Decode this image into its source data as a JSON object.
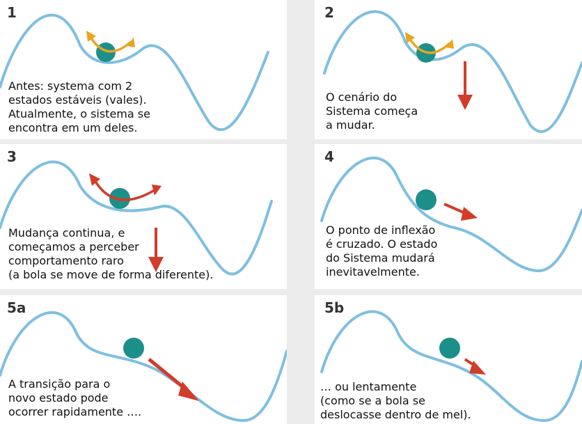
{
  "colors": {
    "curve": "#7fbfe0",
    "ball": "#1d8f8a",
    "orange_arrow": "#e8a520",
    "red_arrow": "#d23c2a"
  },
  "panels": [
    {
      "number": "1",
      "caption": "Antes: systema com 2\nestados estáveis (vales).\nAtualmente, o sistema se\nencontra em um deles."
    },
    {
      "number": "2",
      "caption": "O cenário do\nSistema começa\na mudar."
    },
    {
      "number": "3",
      "caption": "Mudança continua, e\ncomeçamos a perceber\ncomportamento raro\n(a bola se move de forma diferente)."
    },
    {
      "number": "4",
      "caption": "O ponto de inflexão\né cruzado. O estado\ndo Sistema mudará\ninevitavelmente."
    },
    {
      "number": "5a",
      "caption": "A transição para o\nnovo estado pode\nocorrer rapidamente …."
    },
    {
      "number": "5b",
      "caption": "… ou lentamente\n(como se a bola se\ndeslocasse dentro de mel)."
    }
  ]
}
